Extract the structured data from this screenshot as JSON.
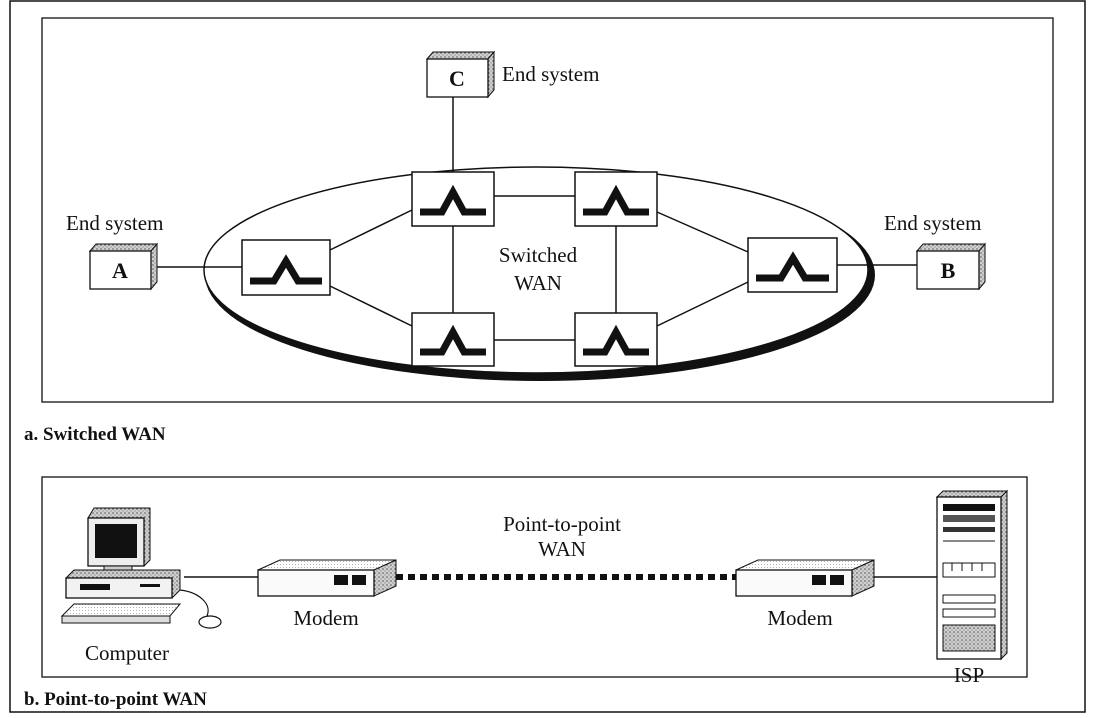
{
  "switched_wan": {
    "caption": "a. Switched WAN",
    "cloud_label_line1": "Switched",
    "cloud_label_line2": "WAN",
    "end_systems": [
      {
        "letter": "C",
        "label": "End system"
      },
      {
        "letter": "A",
        "label": "End system"
      },
      {
        "letter": "B",
        "label": "End system"
      }
    ]
  },
  "point_to_point_wan": {
    "caption": "b. Point-to-point WAN",
    "link_label_line1": "Point-to-point",
    "link_label_line2": "WAN",
    "computer_label": "Computer",
    "modem_left_label": "Modem",
    "modem_right_label": "Modem",
    "isp_label": "ISP"
  }
}
